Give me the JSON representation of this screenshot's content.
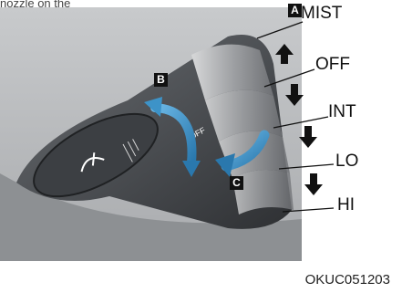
{
  "caption": {
    "partial_text": "nozzle on the"
  },
  "markers": {
    "a": "A",
    "b": "B",
    "c": "C"
  },
  "positions": {
    "mist": "MIST",
    "off": "OFF",
    "int": "INT",
    "lo": "LO",
    "hi": "HI"
  },
  "stalk_markings": {
    "off": "OFF"
  },
  "image_code": "OKUC051203",
  "colors": {
    "photo_background": "#b9bbbe",
    "stalk": "#55585c",
    "rotation_arrow": "#3d93c8",
    "marker_fill": "#111111"
  },
  "icons": [
    "wiper-icon",
    "up-arrow-icon",
    "down-arrow-icon",
    "rotation-arrow-icon"
  ]
}
